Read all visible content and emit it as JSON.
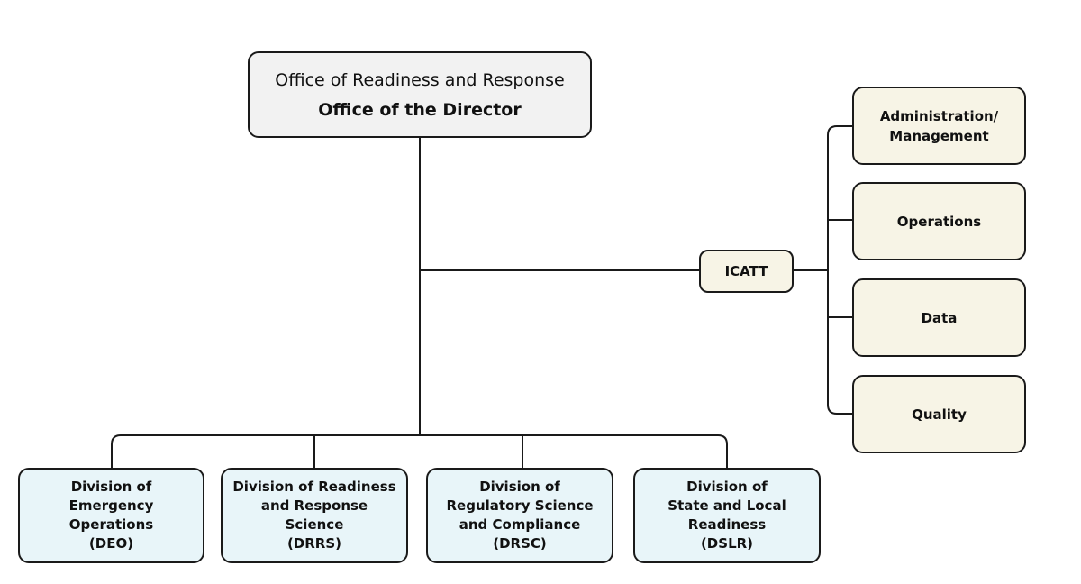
{
  "director": {
    "line1": "Office of Readiness and Response",
    "line2": "Office of the Director"
  },
  "divisions": [
    {
      "label": "Division of\nEmergency\nOperations\n(DEO)"
    },
    {
      "label": "Division of Readiness\nand Response\nScience\n(DRRS)"
    },
    {
      "label": "Division of\nRegulatory Science\nand Compliance\n(DRSC)"
    },
    {
      "label": "Division of\nState and Local\nReadiness\n(DSLR)"
    }
  ],
  "icatt": {
    "label": "ICATT"
  },
  "icatt_teams": [
    {
      "label": "Administration/\nManagement"
    },
    {
      "label": "Operations"
    },
    {
      "label": "Data"
    },
    {
      "label": "Quality"
    }
  ],
  "colors": {
    "line": "#1a1a1a",
    "director_fill": "#f2f2f2",
    "division_fill": "#e8f5f9",
    "icatt_fill": "#f7f4e6"
  }
}
